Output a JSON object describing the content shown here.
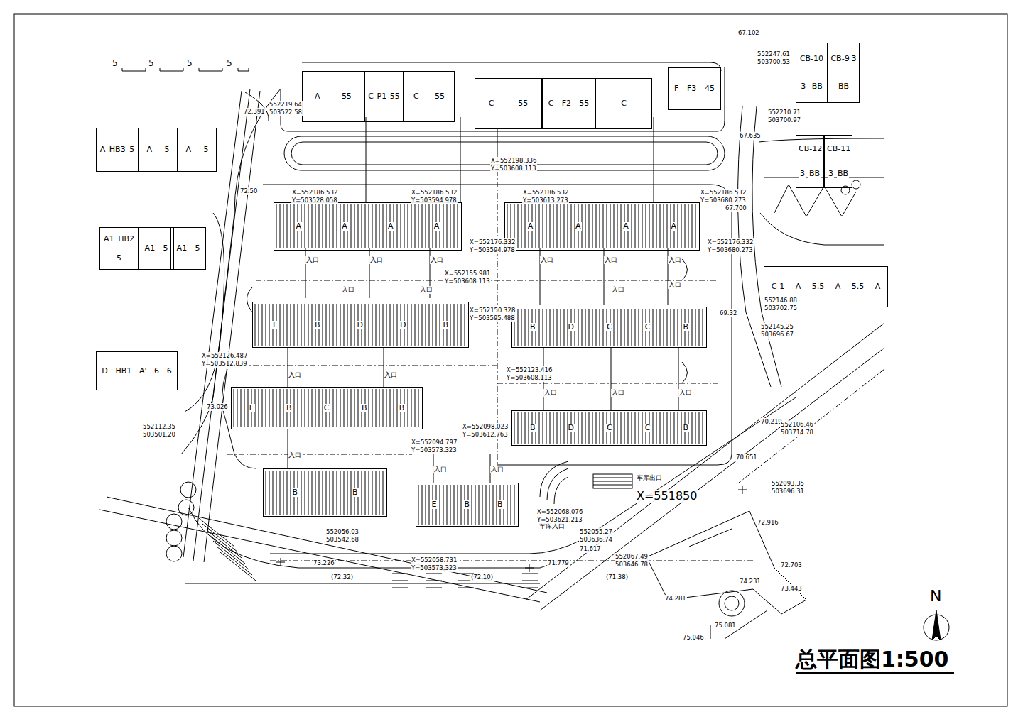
{
  "diagram": {
    "title": "总平面图1:500",
    "nodes": [
      {
        "text": [
          "A",
          "55"
        ]
      },
      {
        "text": [
          "C",
          "P1",
          "55"
        ]
      },
      {
        "text": [
          "C",
          "55"
        ]
      },
      {
        "text": [
          "C",
          "55"
        ]
      },
      {
        "text": [
          "C",
          "F2",
          "55"
        ]
      },
      {
        "text": [
          "C"
        ]
      },
      {
        "text": [
          "F",
          "F3",
          "45"
        ]
      },
      {
        "text": [
          "A",
          "HB3",
          "5"
        ]
      },
      {
        "text": [
          "A",
          "5"
        ]
      },
      {
        "text": [
          "A",
          "5"
        ]
      },
      {
        "text": [
          "A1",
          "HB2",
          "5"
        ]
      },
      {
        "text": [
          "A1",
          "5"
        ]
      },
      {
        "text": [
          "A1",
          "5"
        ]
      },
      {
        "text": [
          "D",
          "HB1",
          "A'",
          "6",
          "6"
        ]
      },
      {
        "text": [
          "CB-10",
          "3",
          "BB"
        ]
      },
      {
        "text": [
          "CB-9",
          "3",
          "BB"
        ]
      },
      {
        "text": [
          "CB-12",
          "3",
          "BB"
        ]
      },
      {
        "text": [
          "CB-11",
          "3",
          "BB"
        ]
      },
      {
        "text": [
          "C-1",
          "A",
          "5.5",
          "A",
          "5.5",
          "A"
        ]
      },
      {
        "text": [
          "A",
          "A",
          "A",
          "A"
        ]
      },
      {
        "text": [
          "A",
          "A",
          "A",
          "A"
        ]
      },
      {
        "text": [
          "E",
          "B",
          "D",
          "D",
          "B"
        ]
      },
      {
        "text": [
          "B",
          "D",
          "C",
          "C",
          "B"
        ]
      },
      {
        "text": [
          "E",
          "B",
          "C",
          "B",
          "B"
        ]
      },
      {
        "text": [
          "B",
          "D",
          "C",
          "C",
          "B"
        ]
      },
      {
        "text": [
          "B",
          "B"
        ]
      },
      {
        "text": [
          "E",
          "B",
          "B"
        ]
      }
    ],
    "labels": [
      "5",
      "5",
      "5",
      "5",
      "72.391",
      "552219.64",
      "503522.58",
      "72.50",
      "73.026",
      "552112.35",
      "503501.20",
      "73.226",
      "(72.32)",
      "(72.10)",
      "(71.38)",
      "71.779",
      "71.617",
      "552055.27",
      "503636.74",
      "552067.49",
      "503646.78",
      "552056.03",
      "503542.68",
      "67.102",
      "552247.61",
      "503700.53",
      "552210.71",
      "503700.97",
      "67.635",
      "67.700",
      "552146.88",
      "503702.75",
      "552145.25",
      "503696.67",
      "69.32",
      "70.219",
      "552106.46",
      "503714.78",
      "70.651",
      "552093.35",
      "503696.31",
      "72.916",
      "72.703",
      "73.443",
      "74.231",
      "74.281",
      "75.081",
      "75.046",
      "X=551850",
      "车库出口",
      "车库入口",
      "入口",
      "入口",
      "入口",
      "入口",
      "入口",
      "入口",
      "入口",
      "入口",
      "入口",
      "入口",
      "入口",
      "入口",
      "入口",
      "入口",
      "入口",
      "入口",
      "入口",
      "入口",
      "X=552186.532",
      "Y=503528.058",
      "X=552186.532",
      "Y=503594.978",
      "X=552186.532",
      "Y=503613.273",
      "X=552186.532",
      "Y=503680.273",
      "X=552176.332",
      "Y=503594.978",
      "X=552176.332",
      "Y=503680.273",
      "X=552198.336",
      "Y=503608.113",
      "X=552155.981",
      "Y=503608.113",
      "X=552150.328",
      "Y=503595.488",
      "X=552123.416",
      "Y=503608.113",
      "X=552098.023",
      "Y=503612.763",
      "X=552094.797",
      "Y=503573.323",
      "X=552058.731",
      "Y=503573.323",
      "X=552068.076",
      "Y=503621.213",
      "X=552126.487",
      "Y=503512.839",
      "N"
    ]
  }
}
